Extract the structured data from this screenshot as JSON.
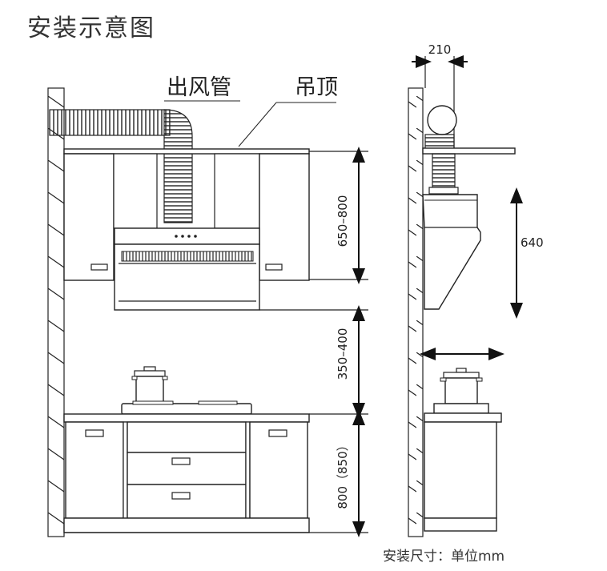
{
  "diagram": {
    "title": "安装示意图",
    "labels": {
      "duct": "出风管",
      "ceiling": "吊顶"
    },
    "dimensions": {
      "hood_to_ceiling": "650–800",
      "hood_to_stove": "350–400",
      "counter_height": "800（850）",
      "duct_diameter": "210",
      "hood_height": "640"
    },
    "footnote": "安装尺寸：单位mm"
  }
}
